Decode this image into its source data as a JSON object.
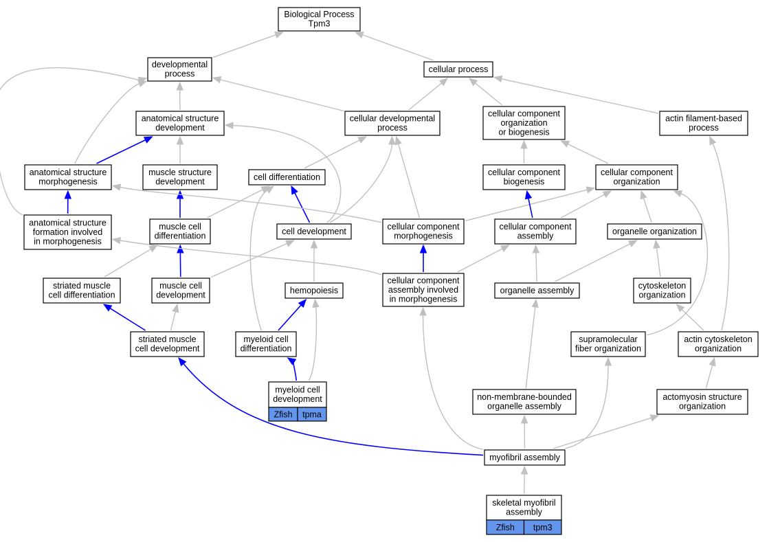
{
  "nodes": {
    "bp": [
      "Biological Process",
      "Tpm3"
    ],
    "dev_proc": [
      "developmental",
      "process"
    ],
    "cell_proc": [
      "cellular process"
    ],
    "asd": [
      "anatomical structure",
      "development"
    ],
    "cdp": [
      "cellular developmental",
      "process"
    ],
    "ccob": [
      "cellular component",
      "organization",
      "or biogenesis"
    ],
    "afbp": [
      "actin filament-based",
      "process"
    ],
    "asm": [
      "anatomical structure",
      "morphogenesis"
    ],
    "msd": [
      "muscle structure",
      "development"
    ],
    "cdiff": [
      "cell differentiation"
    ],
    "ccb": [
      "cellular component",
      "biogenesis"
    ],
    "cco": [
      "cellular component",
      "organization"
    ],
    "asf": [
      "anatomical structure",
      "formation involved",
      "in morphogenesis"
    ],
    "mcd": [
      "muscle cell",
      "differentiation"
    ],
    "celldev": [
      "cell development"
    ],
    "ccm": [
      "cellular component",
      "morphogenesis"
    ],
    "cca": [
      "cellular component",
      "assembly"
    ],
    "oo": [
      "organelle organization"
    ],
    "smcd": [
      "striated muscle",
      "cell differentiation"
    ],
    "mcdev": [
      "muscle cell",
      "development"
    ],
    "hemo": [
      "hemopoiesis"
    ],
    "ccaim": [
      "cellular component",
      "assembly involved",
      "in morphogenesis"
    ],
    "oa": [
      "organelle assembly"
    ],
    "cyto": [
      "cytoskeleton",
      "organization"
    ],
    "smcdev": [
      "striated muscle",
      "cell development"
    ],
    "mycd": [
      "myeloid cell",
      "differentiation"
    ],
    "sfo": [
      "supramolecular",
      "fiber organization"
    ],
    "aco": [
      "actin cytoskeleton",
      "organization"
    ],
    "mycdev": [
      "myeloid cell",
      "development"
    ],
    "nmboa": [
      "non-membrane-bounded",
      "organelle assembly"
    ],
    "amso": [
      "actomyosin structure",
      "organization"
    ],
    "mfa": [
      "myofibril assembly"
    ],
    "smfa": [
      "skeletal myofibril",
      "assembly"
    ]
  },
  "annotations": {
    "mycdev": [
      "Zfish",
      "tpma"
    ],
    "smfa": [
      "Zfish",
      "tpm3"
    ]
  },
  "colors": {
    "gray_edge": "#c0c0c0",
    "blue_edge": "#0000ff",
    "annotation_fill": "#6495ed",
    "node_border": "#000000"
  }
}
